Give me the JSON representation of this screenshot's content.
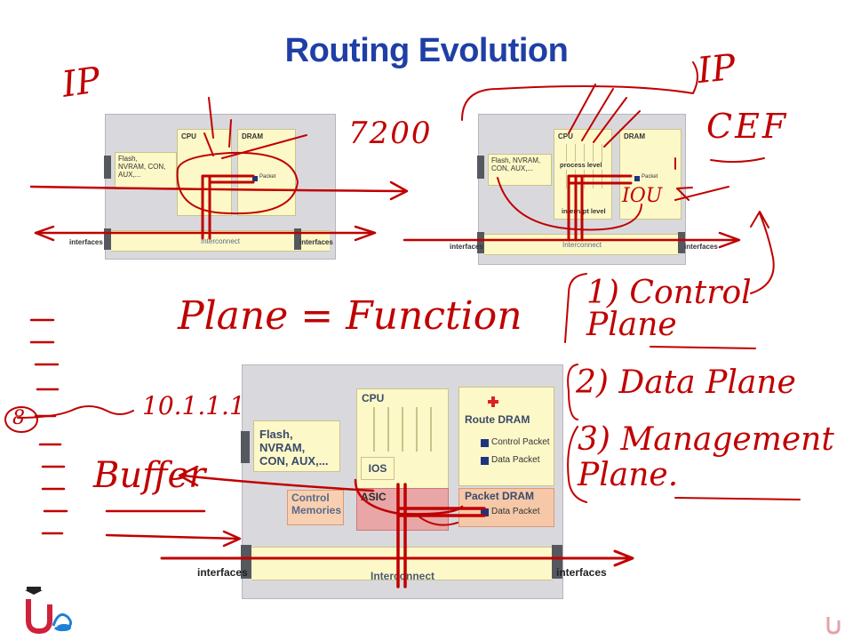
{
  "title": "Routing Evolution",
  "router1": {
    "cpu": "CPU",
    "dram": "DRAM",
    "flash": "Flash,\nNVRAM, CON,\nAUX,...",
    "packet": "Packet",
    "iface_left": "interfaces",
    "iface_right": "interfaces",
    "interconnect": "Interconnect"
  },
  "router2": {
    "cpu": "CPU",
    "dram": "DRAM",
    "flash": "Flash, NVRAM,\nCON, AUX,...",
    "process_level": "process level",
    "interrupt_level": "interrupt level",
    "packet": "Packet",
    "iface_left": "interfaces",
    "iface_right": "interfaces",
    "interconnect": "Interconnect"
  },
  "router3": {
    "cpu": "CPU",
    "route_dram": "Route DRAM",
    "flash": "Flash, NVRAM,\nCON, AUX,...",
    "ios": "IOS",
    "control_packet": "Control Packet",
    "data_packet_1": "Data Packet",
    "control_memories": "Control\nMemories",
    "asic": "ASIC",
    "packet_dram": "Packet DRAM",
    "data_packet_2": "Data Packet",
    "iface_left": "interfaces",
    "iface_right": "interfaces",
    "interconnect": "Interconnect"
  },
  "handwriting": {
    "ip_left": "IP",
    "ip_right": "IP",
    "model": "7200",
    "cef": "CEF",
    "iou": "IOU",
    "plane_eq": "Plane = Function",
    "control_plane": "1) Control\nPlane",
    "data_plane": "2) Data Plane",
    "mgmt_plane": "3) Management\nPlane.",
    "ip_addr": "10.1.1.1",
    "buffer": "Buffer",
    "eight": "8"
  },
  "colors": {
    "title": "#1f3fa6",
    "ink": "#c00000",
    "router_body": "#d9d9dd",
    "memory_box": "#fcf8c7",
    "asic": "#e8a6a6",
    "packet_dram": "#f6c8a8",
    "control_memories": "#f8cfb0",
    "packet_square": "#1f3480"
  },
  "logo": {
    "icon": "university-logo-icon",
    "watermark": "watermark-icon"
  }
}
